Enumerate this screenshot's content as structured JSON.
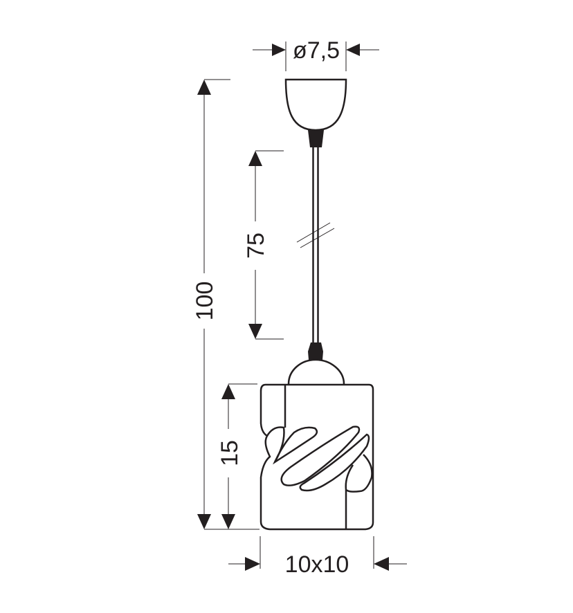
{
  "dimensions": {
    "canopy_diameter": "ø7,5",
    "total_height": "100",
    "cord_length": "75",
    "shade_height": "15",
    "shade_size": "10x10"
  },
  "colors": {
    "line": "#231f20",
    "background": "#ffffff"
  }
}
